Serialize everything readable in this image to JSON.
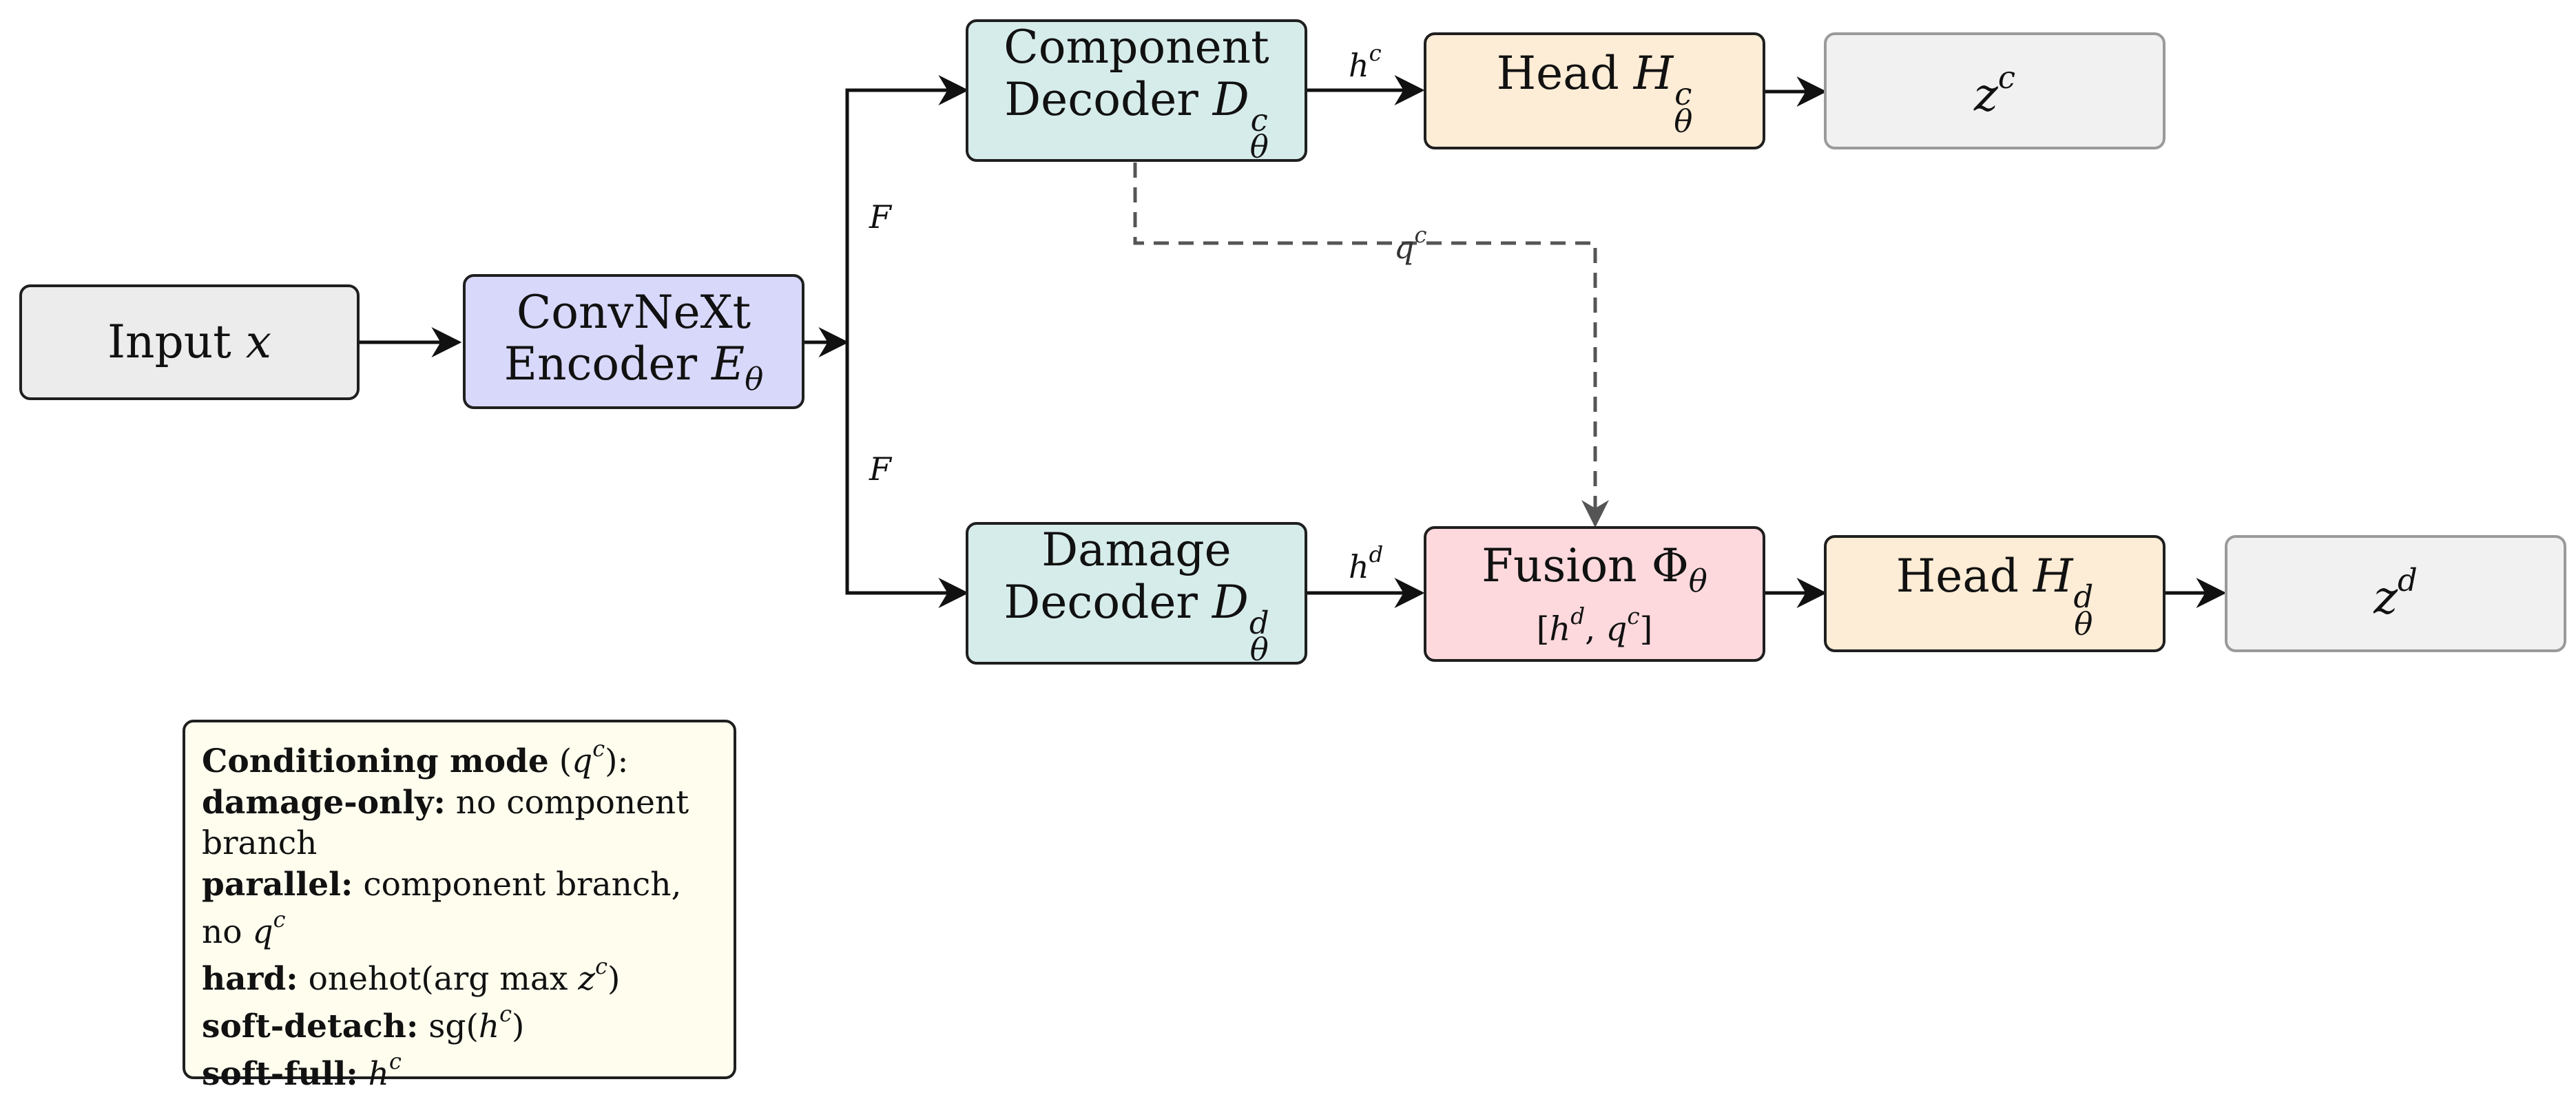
{
  "diagram": {
    "nodes": {
      "input": {
        "text": "Input",
        "var": "x",
        "fill": "#ececec"
      },
      "encoder": {
        "line1": "ConvNeXt",
        "line2": "Encoder",
        "var": "E",
        "sub": "θ",
        "fill": "#d8d8fb"
      },
      "comp_decoder": {
        "line1": "Component",
        "line2": "Decoder",
        "var": "D",
        "sup": "c",
        "sub": "θ",
        "fill": "#d6ecea"
      },
      "comp_head": {
        "text": "Head",
        "var": "H",
        "sup": "c",
        "sub": "θ",
        "fill": "#fdecd6"
      },
      "comp_out": {
        "var": "z",
        "sup": "c",
        "fill": "#f1f1f1"
      },
      "dmg_decoder": {
        "line1": "Damage",
        "line2": "Decoder",
        "var": "D",
        "sup": "d",
        "sub": "θ",
        "fill": "#d6ecea"
      },
      "fusion": {
        "text": "Fusion",
        "var": "Φ",
        "sub": "θ",
        "args": {
          "open": "[",
          "a": "h",
          "a_sup": "d",
          "sep": ", ",
          "b": "q",
          "b_sup": "c",
          "close": "]"
        },
        "fill": "#fdd9dd"
      },
      "dmg_head": {
        "text": "Head",
        "var": "H",
        "sup": "d",
        "sub": "θ",
        "fill": "#fdecd6"
      },
      "dmg_out": {
        "var": "z",
        "sup": "d",
        "fill": "#f1f1f1"
      }
    },
    "edge_labels": {
      "f_top": {
        "text": "F"
      },
      "f_bottom": {
        "text": "F"
      },
      "hc": {
        "base": "h",
        "sup": "c"
      },
      "hd": {
        "base": "h",
        "sup": "d"
      },
      "qc": {
        "base": "q",
        "sup": "c"
      }
    },
    "colors": {
      "stroke": "#111111",
      "dashed": "#555555",
      "legend_fill": "#fefdee"
    }
  },
  "legend": {
    "title": "Conditioning mode",
    "title_paren_open": " (",
    "title_var": "q",
    "title_var_sup": "c",
    "title_paren_close": "):",
    "items": [
      {
        "key": "damage-only:",
        "value": "no component branch"
      },
      {
        "key": "parallel:",
        "value": "component branch, no",
        "var": "q",
        "var_sup": "c"
      },
      {
        "key": "hard:",
        "value_pre": "onehot(arg max ",
        "var": "z",
        "var_sup": "c",
        "value_post": ")"
      },
      {
        "key": "soft-detach:",
        "value_pre": "sg(",
        "var": "h",
        "var_sup": "c",
        "value_post": ")"
      },
      {
        "key": "soft-full:",
        "var": "h",
        "var_sup": "c"
      }
    ]
  }
}
